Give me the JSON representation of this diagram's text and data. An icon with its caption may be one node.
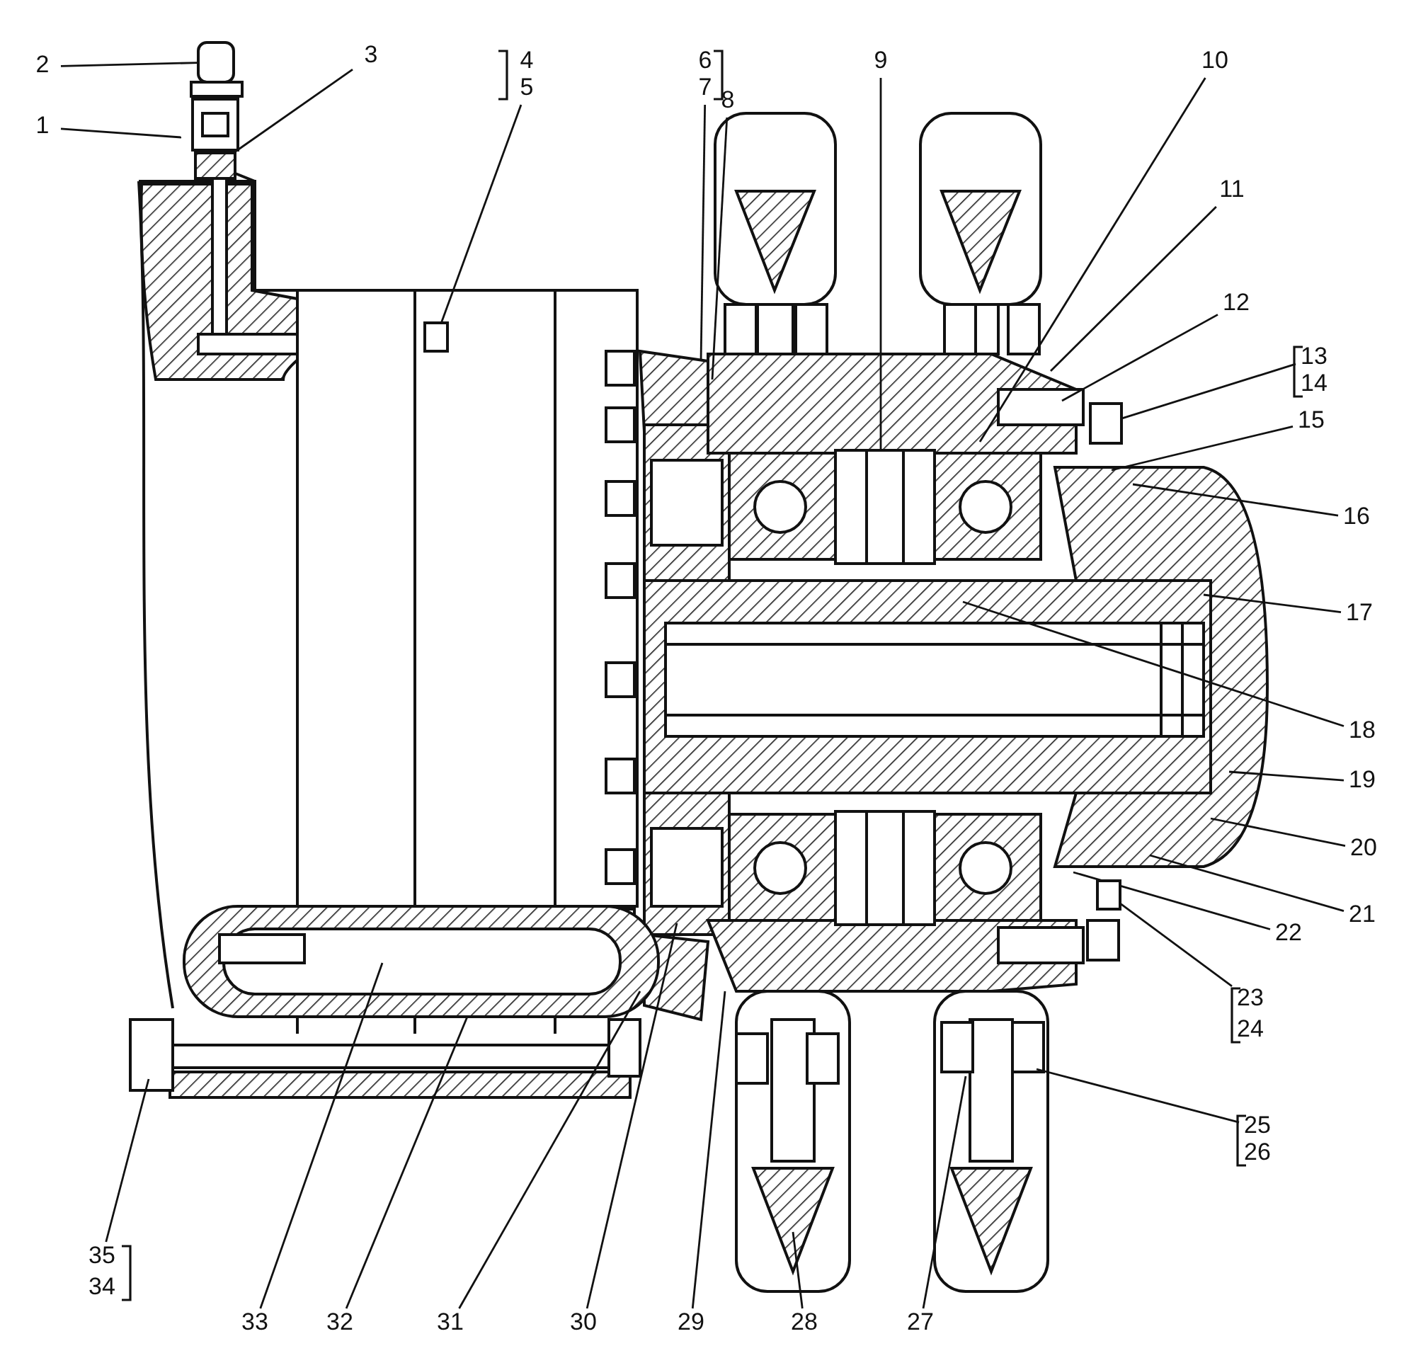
{
  "diagram": {
    "nodes": [
      {
        "text": [
          "1"
        ]
      },
      {
        "text": [
          "2"
        ]
      },
      {
        "text": [
          "3"
        ]
      },
      {
        "text": [
          "4"
        ]
      },
      {
        "text": [
          "5"
        ]
      },
      {
        "text": [
          "6"
        ]
      },
      {
        "text": [
          "7"
        ]
      },
      {
        "text": [
          "8"
        ]
      },
      {
        "text": [
          "9"
        ]
      },
      {
        "text": [
          "10"
        ]
      },
      {
        "text": [
          "11"
        ]
      },
      {
        "text": [
          "12"
        ]
      },
      {
        "text": [
          "13"
        ]
      },
      {
        "text": [
          "14"
        ]
      },
      {
        "text": [
          "15"
        ]
      },
      {
        "text": [
          "16"
        ]
      },
      {
        "text": [
          "17"
        ]
      },
      {
        "text": [
          "18"
        ]
      },
      {
        "text": [
          "19"
        ]
      },
      {
        "text": [
          "20"
        ]
      },
      {
        "text": [
          "21"
        ]
      },
      {
        "text": [
          "22"
        ]
      },
      {
        "text": [
          "23"
        ]
      },
      {
        "text": [
          "24"
        ]
      },
      {
        "text": [
          "25"
        ]
      },
      {
        "text": [
          "26"
        ]
      },
      {
        "text": [
          "27"
        ]
      },
      {
        "text": [
          "28"
        ]
      },
      {
        "text": [
          "29"
        ]
      },
      {
        "text": [
          "30"
        ]
      },
      {
        "text": [
          "31"
        ]
      },
      {
        "text": [
          "32"
        ]
      },
      {
        "text": [
          "33"
        ]
      },
      {
        "text": [
          "34"
        ]
      },
      {
        "text": [
          "35"
        ]
      },
      {
        "text": [],
        "shape": "box"
      },
      {
        "text": [],
        "shape": "box"
      },
      {
        "text": [],
        "shape": "box"
      },
      {
        "text": [],
        "shape": "box"
      },
      {
        "text": [],
        "shape": "box"
      }
    ],
    "edges": [
      {
        "from": 0,
        "to": null,
        "arrow": "none"
      },
      {
        "from": 1,
        "to": 35,
        "arrow": "none"
      },
      {
        "from": 2,
        "to": 36,
        "arrow": "none"
      },
      {
        "from": 4,
        "to": 37,
        "arrow": "none"
      },
      {
        "from": 6,
        "to": null,
        "arrow": "none"
      },
      {
        "from": 7,
        "to": null,
        "arrow": "none"
      },
      {
        "from": 8,
        "to": null,
        "arrow": "none"
      },
      {
        "from": 9,
        "to": null,
        "arrow": "none"
      },
      {
        "from": 10,
        "to": null,
        "arrow": "none"
      },
      {
        "from": 11,
        "to": null,
        "arrow": "none"
      },
      {
        "from": 12,
        "to": 38,
        "arrow": "none"
      },
      {
        "from": 14,
        "to": null,
        "arrow": "none"
      },
      {
        "from": 15,
        "to": null,
        "arrow": "none"
      },
      {
        "from": 16,
        "to": null,
        "arrow": "none"
      },
      {
        "from": 17,
        "to": null,
        "arrow": "none"
      },
      {
        "from": 18,
        "to": null,
        "arrow": "none"
      },
      {
        "from": 19,
        "to": null,
        "arrow": "none"
      },
      {
        "from": 20,
        "to": null,
        "arrow": "none"
      },
      {
        "from": 21,
        "to": null,
        "arrow": "none"
      },
      {
        "from": 22,
        "to": 39,
        "arrow": "none"
      },
      {
        "from": 24,
        "to": null,
        "arrow": "none"
      },
      {
        "from": 26,
        "to": null,
        "arrow": "none"
      },
      {
        "from": 27,
        "to": null,
        "arrow": "none"
      },
      {
        "from": 28,
        "to": null,
        "arrow": "none"
      },
      {
        "from": 29,
        "to": null,
        "arrow": "none"
      },
      {
        "from": 30,
        "to": null,
        "arrow": "none"
      },
      {
        "from": 31,
        "to": null,
        "arrow": "none"
      },
      {
        "from": 32,
        "to": null,
        "arrow": "none"
      },
      {
        "from": 34,
        "to": null,
        "arrow": "none"
      }
    ]
  }
}
